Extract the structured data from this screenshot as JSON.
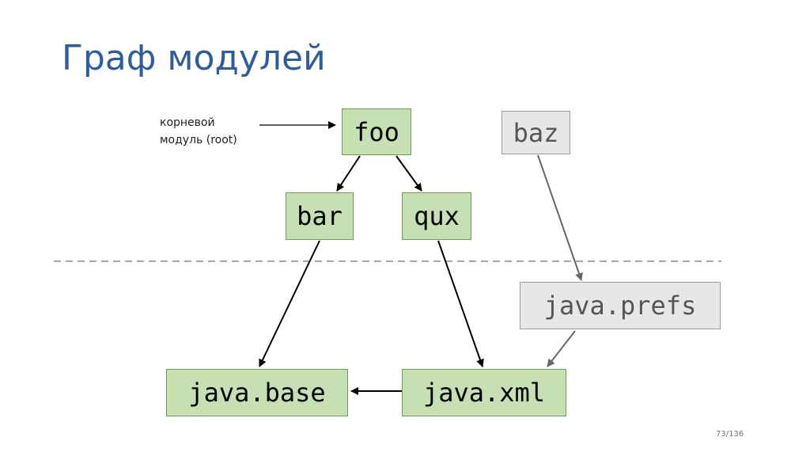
{
  "slide": {
    "title": "Граф модулей",
    "page_number": "73/136"
  },
  "annotation": {
    "line1": "корневой",
    "line2": "модуль (root)"
  },
  "nodes": {
    "foo": "foo",
    "bar": "bar",
    "qux": "qux",
    "baz": "baz",
    "java_prefs": "java.prefs",
    "java_base": "java.base",
    "java_xml": "java.xml"
  },
  "colors": {
    "title": "#2f5d9b",
    "app_node_fill": "#c6e0b4",
    "app_node_border": "#6a9e52",
    "other_node_fill": "#e7e7e7",
    "other_node_border": "#9a9a9a",
    "app_edge": "#000000",
    "other_edge": "#666666",
    "separator": "#a6a6a6"
  }
}
